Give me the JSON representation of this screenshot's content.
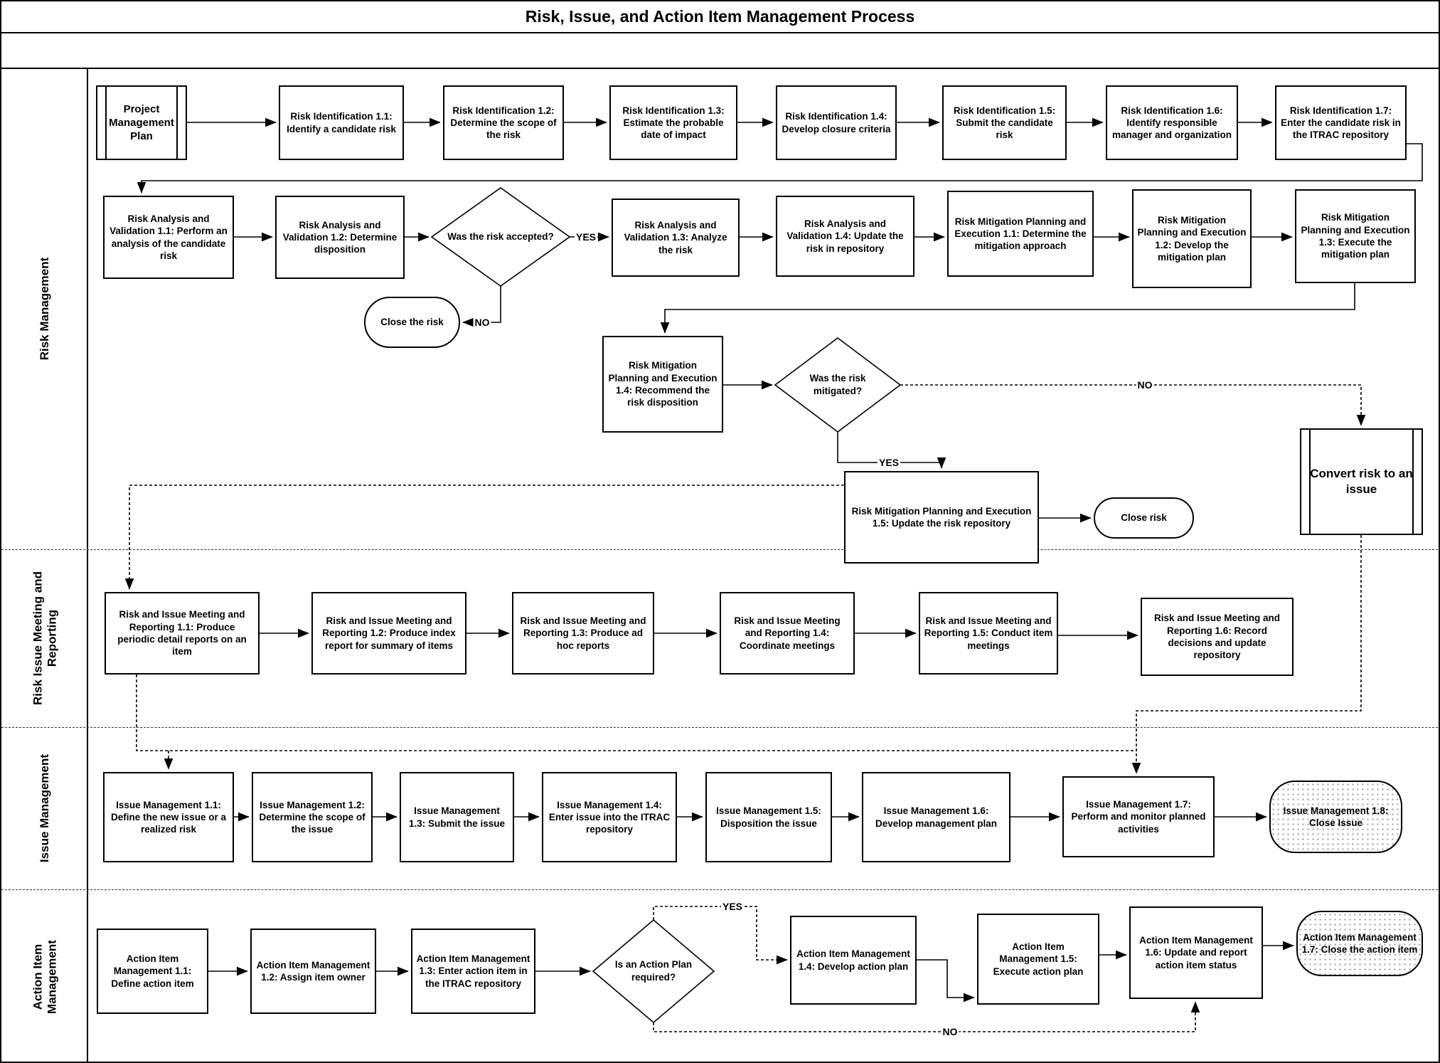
{
  "title": "Risk, Issue, and Action Item Management Process",
  "lanes": [
    {
      "label": "Risk Management"
    },
    {
      "label": "Risk Issue Meeting and Reporting"
    },
    {
      "label": "Issue Management"
    },
    {
      "label": "Action Item Management"
    }
  ],
  "nodes": {
    "pmp": "Project Management Plan",
    "ri11": "Risk Identification 1.1: Identify a candidate risk",
    "ri12": "Risk Identification 1.2: Determine the scope of the risk",
    "ri13": "Risk Identification 1.3: Estimate the probable date of impact",
    "ri14": "Risk Identification 1.4: Develop closure criteria",
    "ri15": "Risk Identification 1.5: Submit the candidate risk",
    "ri16": "Risk Identification 1.6: Identify responsible manager and organization",
    "ri17": "Risk Identification 1.7: Enter the candidate risk in the ITRAC repository",
    "rav11": "Risk Analysis and Validation 1.1: Perform an analysis of the candidate risk",
    "rav12": "Risk Analysis and Validation 1.2: Determine disposition",
    "d1": "Was the risk accepted?",
    "closerisk1": "Close the risk",
    "rav13": "Risk Analysis and Validation 1.3: Analyze the risk",
    "rav14": "Risk Analysis and Validation 1.4: Update the risk in repository",
    "rmpe11": "Risk Mitigation Planning and Execution 1.1: Determine the mitigation approach",
    "rmpe12": "Risk Mitigation Planning and Execution 1.2: Develop the mitigation plan",
    "rmpe13": "Risk Mitigation Planning and Execution 1.3: Execute the mitigation plan",
    "rmpe14": "Risk Mitigation Planning and Execution 1.4: Recommend the risk disposition",
    "d2": "Was the risk mitigated?",
    "rmpe15": "Risk Mitigation Planning and Execution 1.5: Update the risk repository",
    "closerisk2": "Close risk",
    "convert": "Convert risk to an issue",
    "m11": "Risk and Issue Meeting and Reporting 1.1: Produce periodic detail reports on an item",
    "m12": "Risk and Issue Meeting and Reporting 1.2: Produce index report for summary of items",
    "m13": "Risk and Issue Meeting and Reporting 1.3: Produce ad hoc reports",
    "m14": "Risk and Issue Meeting and Reporting 1.4: Coordinate meetings",
    "m15": "Risk and Issue Meeting and Reporting 1.5: Conduct item meetings",
    "m16": "Risk and Issue Meeting and Reporting 1.6: Record decisions and update repository",
    "i11": "Issue Management 1.1: Define the new issue or a realized risk",
    "i12": "Issue Management 1.2: Determine the scope of the issue",
    "i13": "Issue Management 1.3: Submit the issue",
    "i14": "Issue Management 1.4: Enter issue into the ITRAC repository",
    "i15": "Issue Management 1.5: Disposition the issue",
    "i16": "Issue Management 1.6: Develop management plan",
    "i17": "Issue Management 1.7: Perform and monitor planned activities",
    "i18": "Issue Management 1.8: Close Issue",
    "a11": "Action Item Management 1.1: Define action item",
    "a12": "Action Item Management 1.2: Assign item owner",
    "a13": "Action Item Management 1.3: Enter action item in the ITRAC repository",
    "d3": "Is an Action Plan required?",
    "a14": "Action Item Management 1.4: Develop action plan",
    "a15": "Action Item Management 1.5: Execute action plan",
    "a16": "Action Item Management 1.6: Update and report action item status",
    "a17": "Action Item Management 1.7: Close the action item"
  },
  "edge_labels": {
    "yes1": "YES",
    "no1": "NO",
    "yes2": "YES",
    "no2": "NO",
    "yes3": "YES",
    "no3": "NO"
  },
  "colors": {
    "line": "#000000",
    "background": "#ffffff"
  }
}
